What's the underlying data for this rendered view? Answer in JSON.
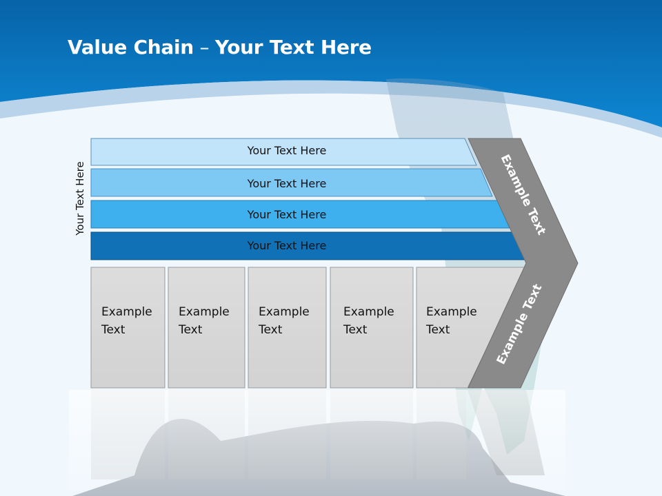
{
  "title": {
    "bold": "Value Chain",
    "separator": " – ",
    "rest": "Your Text Here"
  },
  "side_label": "Your Text Here",
  "bars": [
    {
      "label": "Your Text Here",
      "color": "#c2e4fa"
    },
    {
      "label": "Your Text Here",
      "color": "#7ec9f4"
    },
    {
      "label": "Your Text Here",
      "color": "#3eb0ee"
    },
    {
      "label": "Your Text Here",
      "color": "#1171b6"
    }
  ],
  "boxes": [
    {
      "line1": "Example",
      "line2": "Text"
    },
    {
      "line1": "Example",
      "line2": "Text"
    },
    {
      "line1": "Example",
      "line2": "Text"
    },
    {
      "line1": "Example",
      "line2": "Text"
    },
    {
      "line1": "Example",
      "line2": "Text"
    }
  ],
  "chevron": {
    "upper_label": "Example Text",
    "lower_label": "Example Text",
    "color": "#8a8a8a"
  },
  "colors": {
    "header": "#0a78c4",
    "box_fill": "#d8d8d8",
    "background": "#f1f8fd"
  }
}
